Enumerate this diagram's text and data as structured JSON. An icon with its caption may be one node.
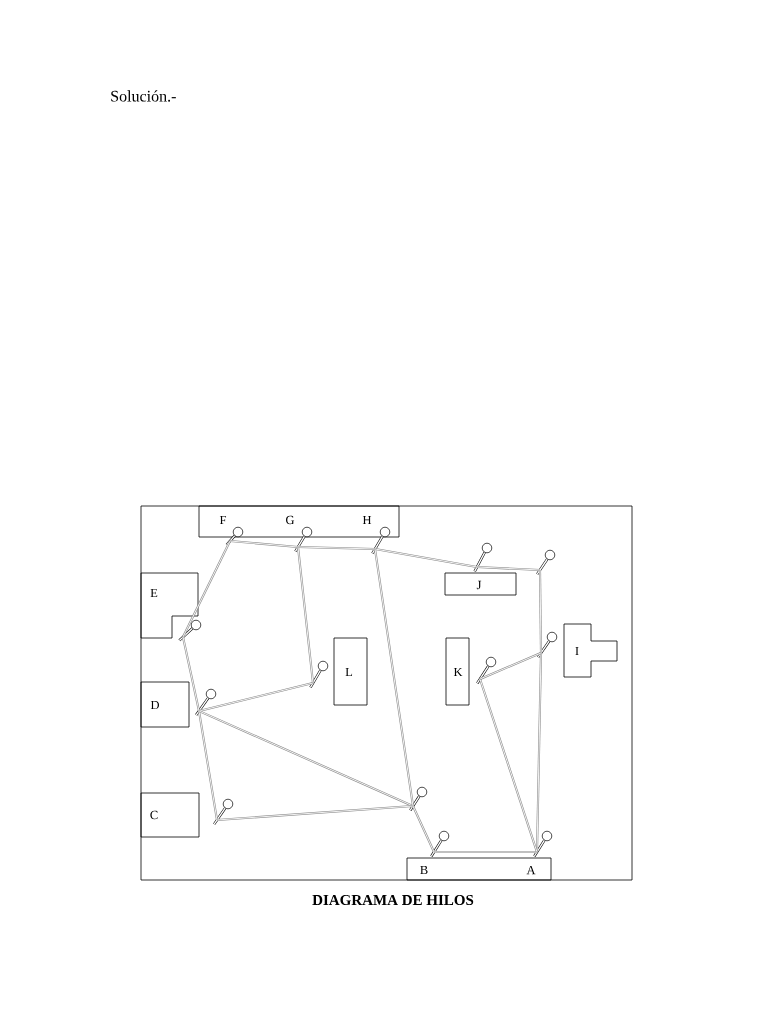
{
  "diagram": {
    "title": "Solución.-",
    "caption": "DIAGRAMA DE HILOS",
    "nodes": [
      {
        "text": [
          "F",
          "G",
          "H"
        ]
      },
      {
        "text": [],
        "shape": "pin"
      },
      {
        "text": [],
        "shape": "pin"
      },
      {
        "text": [],
        "shape": "pin"
      },
      {
        "text": [],
        "shape": "pin"
      },
      {
        "text": [],
        "shape": "pin"
      },
      {
        "text": [
          "E"
        ]
      },
      {
        "text": [
          "J"
        ]
      },
      {
        "text": [],
        "shape": "pin"
      },
      {
        "text": [
          "I"
        ]
      },
      {
        "text": [],
        "shape": "pin"
      },
      {
        "text": [
          "L"
        ]
      },
      {
        "text": [
          "K"
        ]
      },
      {
        "text": [],
        "shape": "pin"
      },
      {
        "text": [],
        "shape": "pin"
      },
      {
        "text": [
          "D"
        ]
      },
      {
        "text": [],
        "shape": "pin"
      },
      {
        "text": [],
        "shape": "pin"
      },
      {
        "text": [
          "C"
        ]
      },
      {
        "text": [],
        "shape": "pin"
      },
      {
        "text": [],
        "shape": "pin"
      },
      {
        "text": [],
        "shape": "pin"
      },
      {
        "text": [
          "B",
          "A"
        ]
      }
    ],
    "edges": [
      {
        "from": 1,
        "to": 2,
        "arrow": "none"
      },
      {
        "from": 2,
        "to": 3,
        "arrow": "none"
      },
      {
        "from": 3,
        "to": 4,
        "arrow": "none"
      },
      {
        "from": 4,
        "to": 5,
        "arrow": "none"
      },
      {
        "from": 5,
        "to": 10,
        "arrow": "none"
      },
      {
        "from": 10,
        "to": 21,
        "arrow": "none"
      },
      {
        "from": 1,
        "to": 8,
        "arrow": "none"
      },
      {
        "from": 8,
        "to": 16,
        "arrow": "none"
      },
      {
        "from": 16,
        "to": 19,
        "arrow": "none"
      },
      {
        "from": 2,
        "to": 13,
        "arrow": "none"
      },
      {
        "from": 13,
        "to": 16,
        "arrow": "none"
      },
      {
        "from": 16,
        "to": 17,
        "arrow": "none"
      },
      {
        "from": 19,
        "to": 17,
        "arrow": "none"
      },
      {
        "from": 3,
        "to": 17,
        "arrow": "none"
      },
      {
        "from": 17,
        "to": 20,
        "arrow": "none"
      },
      {
        "from": 20,
        "to": 21,
        "arrow": "none"
      },
      {
        "from": 21,
        "to": 14,
        "arrow": "none"
      },
      {
        "from": 14,
        "to": 10,
        "arrow": "none"
      }
    ]
  }
}
